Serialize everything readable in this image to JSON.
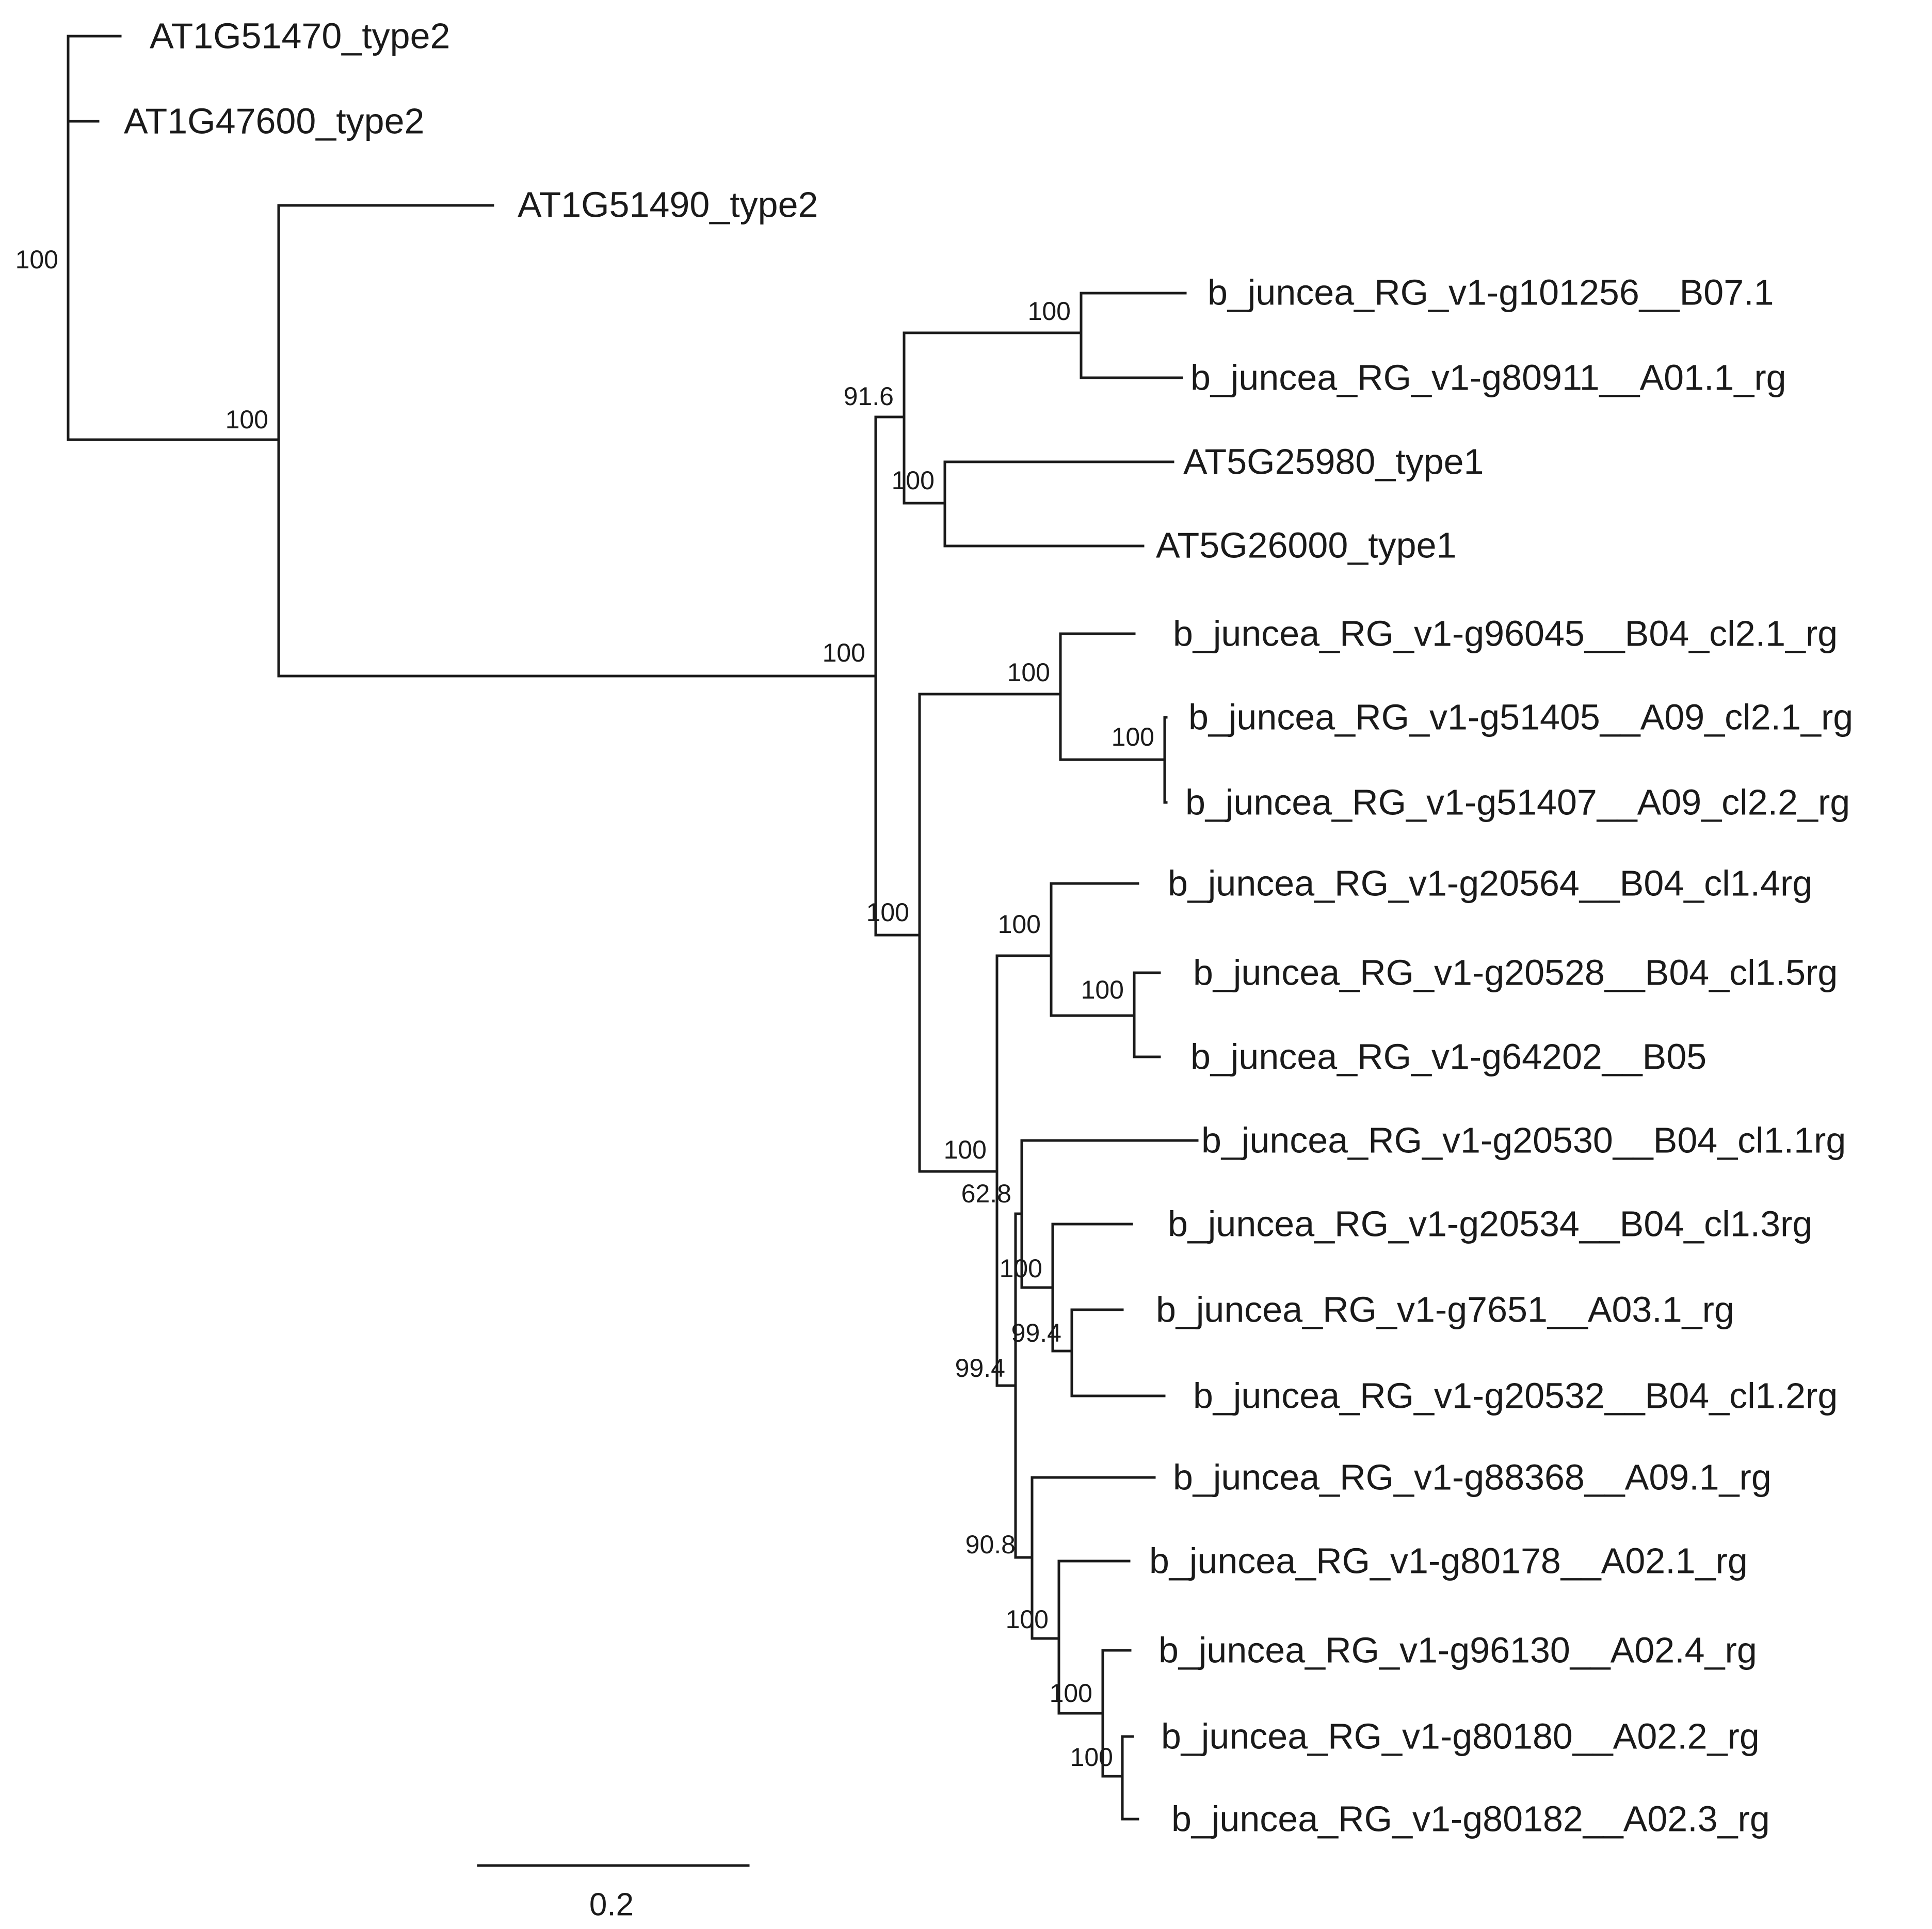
{
  "tree": {
    "leaves": [
      {
        "id": "L1",
        "label": "AT1G51470_type2"
      },
      {
        "id": "L2",
        "label": "AT1G47600_type2"
      },
      {
        "id": "L3",
        "label": "AT1G51490_type2"
      },
      {
        "id": "L4",
        "label": "b_juncea_RG_v1-g101256__B07.1"
      },
      {
        "id": "L5",
        "label": "b_juncea_RG_v1-g80911__A01.1_rg"
      },
      {
        "id": "L6",
        "label": "AT5G25980_type1"
      },
      {
        "id": "L7",
        "label": "AT5G26000_type1"
      },
      {
        "id": "L8",
        "label": "b_juncea_RG_v1-g96045__B04_cl2.1_rg"
      },
      {
        "id": "L9",
        "label": "b_juncea_RG_v1-g51405__A09_cl2.1_rg"
      },
      {
        "id": "L10",
        "label": "b_juncea_RG_v1-g51407__A09_cl2.2_rg"
      },
      {
        "id": "L11",
        "label": "b_juncea_RG_v1-g20564__B04_cl1.4rg"
      },
      {
        "id": "L12",
        "label": "b_juncea_RG_v1-g20528__B04_cl1.5rg"
      },
      {
        "id": "L13",
        "label": "b_juncea_RG_v1-g64202__B05"
      },
      {
        "id": "L14",
        "label": "b_juncea_RG_v1-g20530__B04_cl1.1rg"
      },
      {
        "id": "L15",
        "label": "b_juncea_RG_v1-g20534__B04_cl1.3rg"
      },
      {
        "id": "L16",
        "label": "b_juncea_RG_v1-g7651__A03.1_rg"
      },
      {
        "id": "L17",
        "label": "b_juncea_RG_v1-g20532__B04_cl1.2rg"
      },
      {
        "id": "L18",
        "label": "b_juncea_RG_v1-g88368__A09.1_rg"
      },
      {
        "id": "L19",
        "label": "b_juncea_RG_v1-g80178__A02.1_rg"
      },
      {
        "id": "L20",
        "label": "b_juncea_RG_v1-g96130__A02.4_rg"
      },
      {
        "id": "L21",
        "label": "b_juncea_RG_v1-g80180__A02.2_rg"
      },
      {
        "id": "L22",
        "label": "b_juncea_RG_v1-g80182__A02.3_rg"
      }
    ],
    "support_values": [
      {
        "node": "root",
        "value": "100"
      },
      {
        "node": "n_at1g51490",
        "value": "100"
      },
      {
        "node": "n_main",
        "value": "100"
      },
      {
        "node": "n_916",
        "value": "91.6"
      },
      {
        "node": "n_b07a01",
        "value": "100"
      },
      {
        "node": "n_at5g",
        "value": "100"
      },
      {
        "node": "n_big",
        "value": "100"
      },
      {
        "node": "n_cl2",
        "value": "100"
      },
      {
        "node": "n_a09",
        "value": "100"
      },
      {
        "node": "n_rest",
        "value": "100"
      },
      {
        "node": "n_cl1_45",
        "value": "100"
      },
      {
        "node": "n_cl1_5_b05",
        "value": "100"
      },
      {
        "node": "n_994a",
        "value": "99.4"
      },
      {
        "node": "n_628",
        "value": "62.8"
      },
      {
        "node": "n_cl1_3",
        "value": "100"
      },
      {
        "node": "n_994b",
        "value": "99.4"
      },
      {
        "node": "n_908",
        "value": "90.8"
      },
      {
        "node": "n_a02",
        "value": "100"
      },
      {
        "node": "n_a02b",
        "value": "100"
      },
      {
        "node": "n_a02c",
        "value": "100"
      }
    ],
    "scale_bar": {
      "label": "0.2",
      "length": 0.2
    }
  }
}
